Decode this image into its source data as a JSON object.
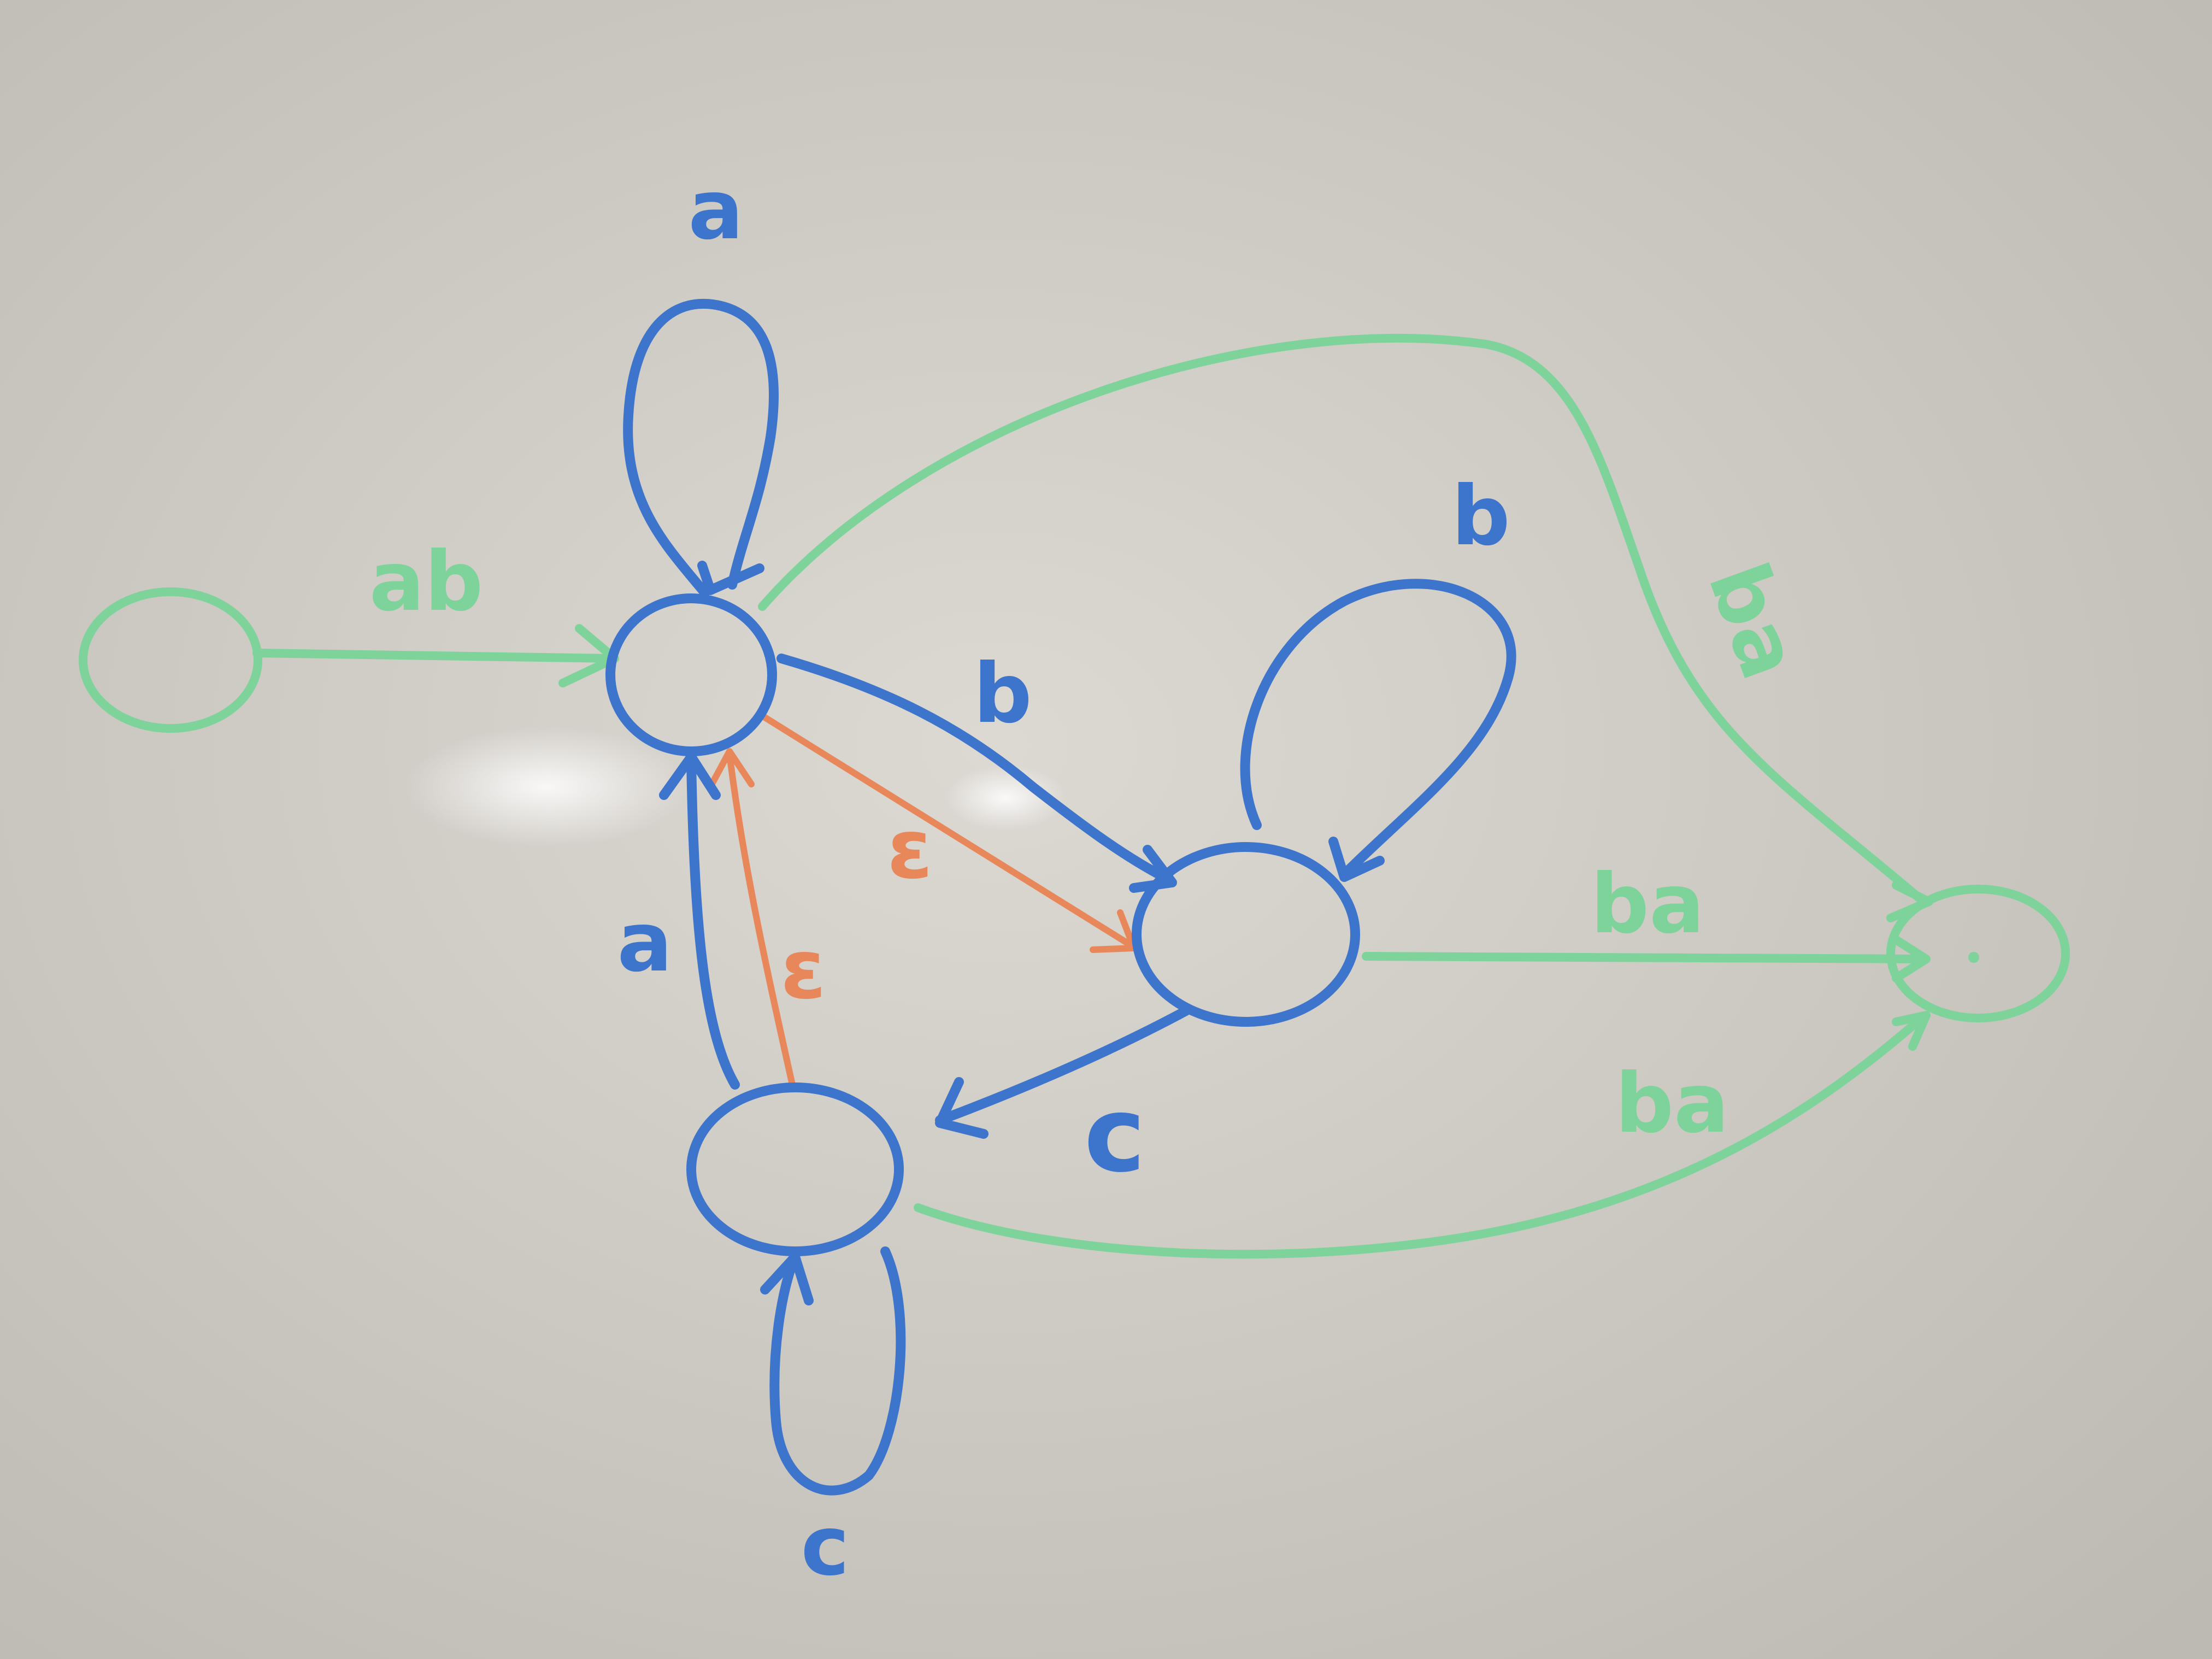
{
  "colors": {
    "board": "#cfcbc5",
    "blue": "#3d74cc",
    "green": "#7ed39a",
    "orange": "#e8875a"
  },
  "labels": {
    "loop_a": "a",
    "loop_b": "b",
    "loop_c": "c",
    "edge_start_main": "ab",
    "edge_main_right": "b",
    "edge_right_bottom": "c",
    "edge_bottom_main": "a",
    "edge_main_right_eps": "ε",
    "edge_bottom_main_eps": "ε",
    "edge_main_final": "ba",
    "edge_right_final": "ba",
    "edge_bottom_final": "ba"
  }
}
